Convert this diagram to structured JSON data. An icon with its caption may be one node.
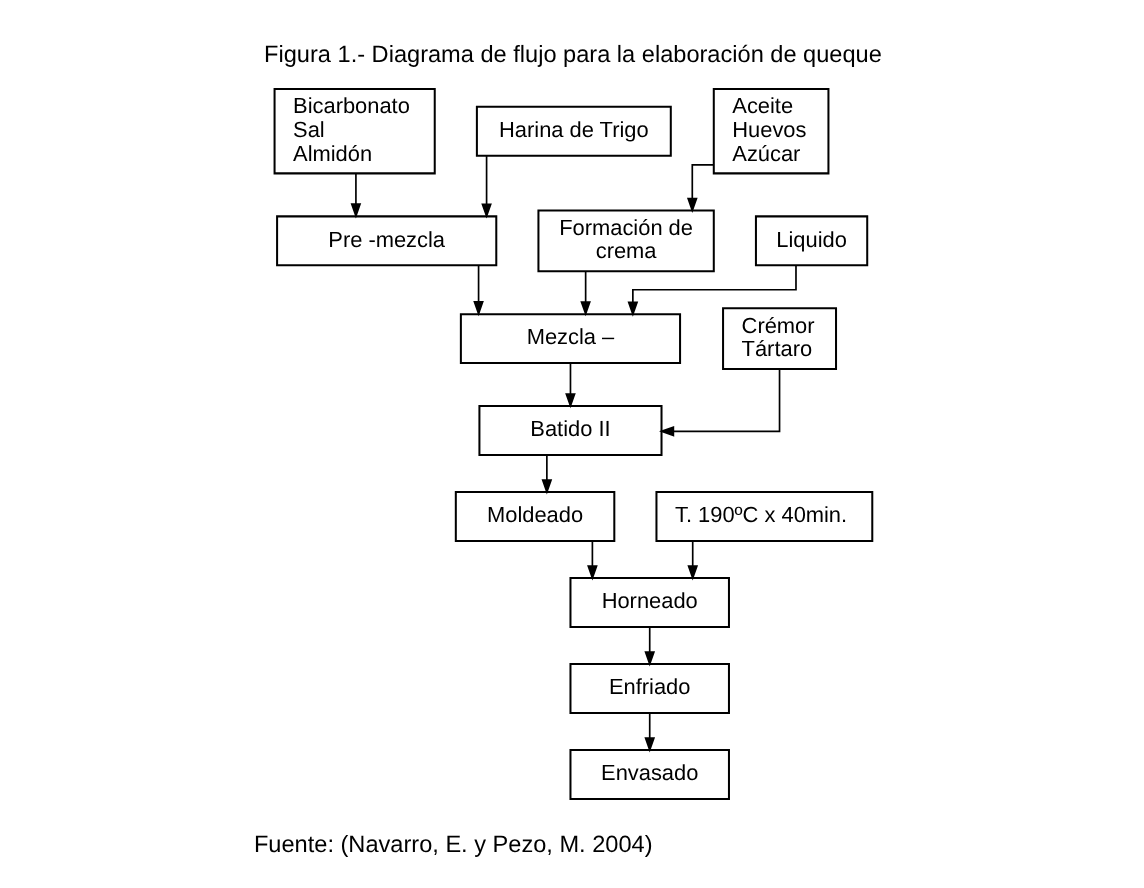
{
  "diagram": {
    "title": "Figura 1.- Diagrama de flujo para la elaboración de queque",
    "caption": "Fuente: (Navarro, E. y Pezo, M. 2004)",
    "nodes": [
      {
        "text": [
          "Harina de Trigo"
        ]
      },
      {
        "text": [
          "Aceite Huevos Azúcar"
        ]
      },
      {
        "text": [
          "Bicarbonato Sal Almidón"
        ]
      },
      {
        "text": [
          "Pre -mezcla"
        ]
      },
      {
        "text": [
          "Formación de crema"
        ]
      },
      {
        "text": [
          "Mezcla –"
        ]
      },
      {
        "text": [
          "Liquido"
        ]
      },
      {
        "text": [
          "Batido II"
        ]
      },
      {
        "text": [
          "Crémor Tártaro"
        ]
      },
      {
        "text": [
          "Moldeado"
        ]
      },
      {
        "text": [
          "Horneado"
        ]
      },
      {
        "text": [
          "T. 190ºC x 40min."
        ]
      },
      {
        "text": [
          "Enfriado"
        ]
      },
      {
        "text": [
          "Envasado"
        ]
      }
    ],
    "edges": [
      {
        "from": 0,
        "to": 3,
        "arrow": "to"
      },
      {
        "from": 2,
        "to": 3,
        "arrow": "to"
      },
      {
        "from": 1,
        "to": 4,
        "arrow": "to"
      },
      {
        "from": 3,
        "to": 5,
        "arrow": "to"
      },
      {
        "from": 4,
        "to": 5,
        "arrow": "to"
      },
      {
        "from": 6,
        "to": 5,
        "arrow": "to"
      },
      {
        "from": 5,
        "to": 7,
        "arrow": "to"
      },
      {
        "from": 8,
        "to": 7,
        "arrow": "to"
      },
      {
        "from": 7,
        "to": 9,
        "arrow": "to"
      },
      {
        "from": 9,
        "to": 10,
        "arrow": "to"
      },
      {
        "from": 11,
        "to": 10,
        "arrow": "to"
      },
      {
        "from": 10,
        "to": 12,
        "arrow": "to"
      },
      {
        "from": 12,
        "to": 13,
        "arrow": "to"
      }
    ]
  }
}
